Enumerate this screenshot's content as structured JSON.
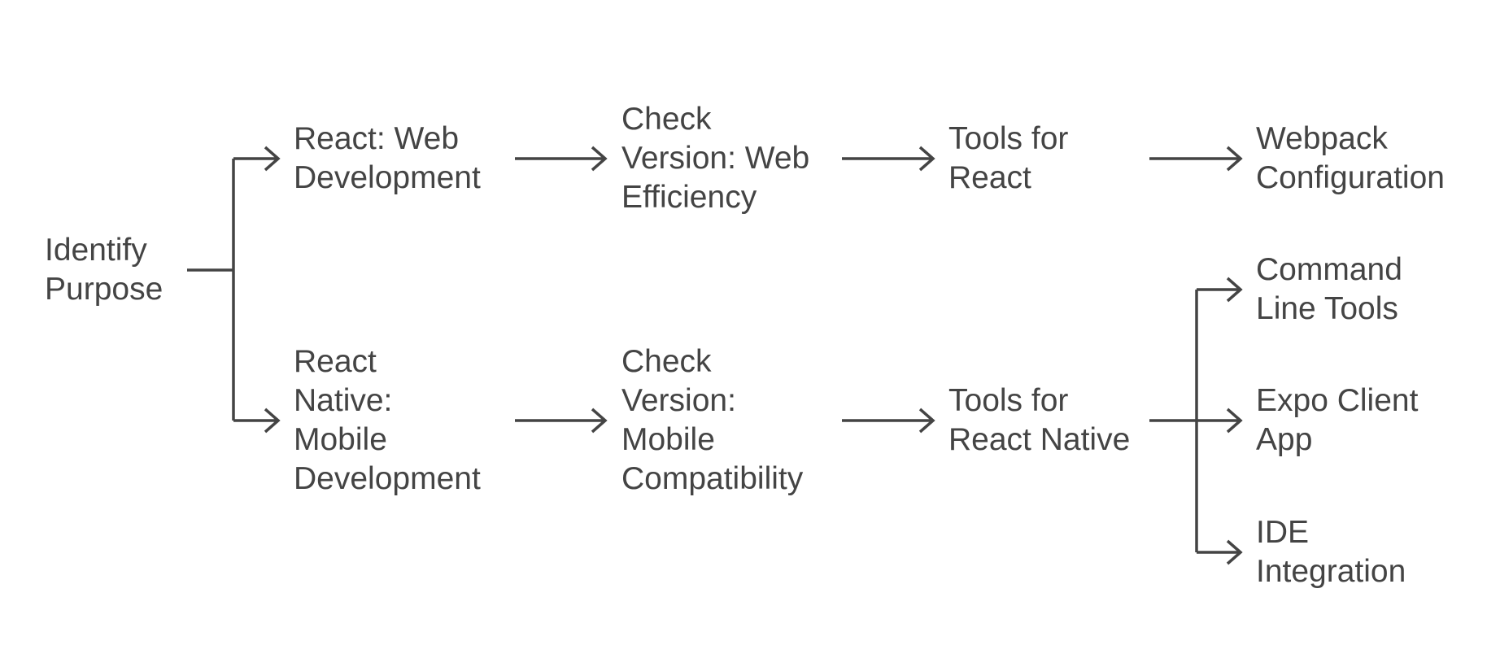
{
  "nodes": {
    "identify_purpose": [
      "Identify",
      "Purpose"
    ],
    "react_web": [
      "React: Web",
      "Development"
    ],
    "react_native": [
      "React",
      "Native:",
      "Mobile",
      "Development"
    ],
    "check_web": [
      "Check",
      "Version: Web",
      "Efficiency"
    ],
    "check_mobile": [
      "Check",
      "Version:",
      "Mobile",
      "Compatibility"
    ],
    "tools_react": [
      "Tools for",
      "React"
    ],
    "tools_native": [
      "Tools for",
      "React Native"
    ],
    "webpack": [
      "Webpack",
      "Configuration"
    ],
    "cli_tools": [
      "Command",
      "Line Tools"
    ],
    "expo": [
      "Expo Client",
      "App"
    ],
    "ide": [
      "IDE",
      "Integration"
    ]
  },
  "colors": {
    "line": "#444444",
    "text": "#444444",
    "background": "#ffffff"
  }
}
